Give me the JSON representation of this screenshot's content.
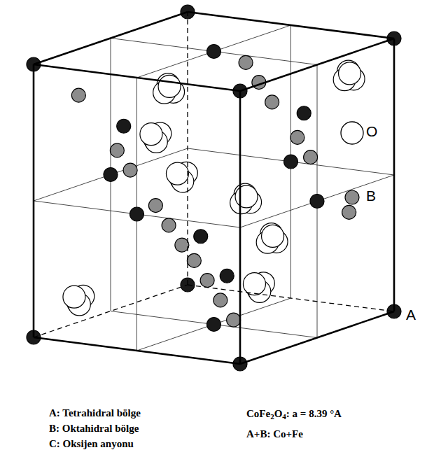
{
  "diagram": {
    "labels": [
      "O",
      "B",
      "A",
      "A: Tetrahidral bölge",
      "B: Oktahidral bölge",
      "C: Oksijen anyonu",
      "CoFe2O4: a = 8.39 °A",
      "A+B: Co+Fe"
    ]
  }
}
